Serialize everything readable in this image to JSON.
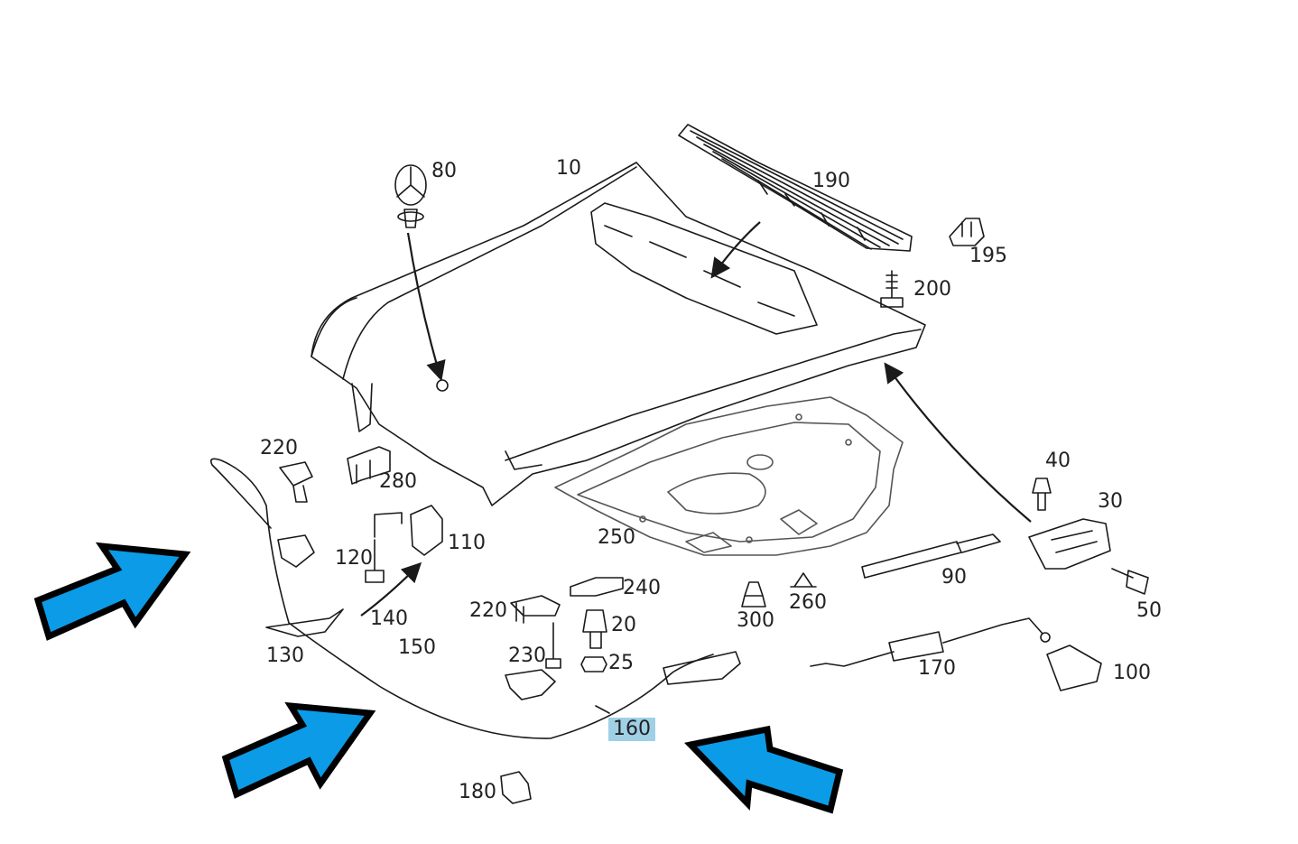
{
  "diagram": {
    "part_labels": [
      {
        "id": "p10",
        "text": "10"
      },
      {
        "id": "p80",
        "text": "80"
      },
      {
        "id": "p190",
        "text": "190"
      },
      {
        "id": "p195",
        "text": "195"
      },
      {
        "id": "p200",
        "text": "200"
      },
      {
        "id": "p220a",
        "text": "220"
      },
      {
        "id": "p280",
        "text": "280"
      },
      {
        "id": "p120",
        "text": "120"
      },
      {
        "id": "p110",
        "text": "110"
      },
      {
        "id": "p250",
        "text": "250"
      },
      {
        "id": "p40",
        "text": "40"
      },
      {
        "id": "p30",
        "text": "30"
      },
      {
        "id": "p90",
        "text": "90"
      },
      {
        "id": "p240",
        "text": "240"
      },
      {
        "id": "p220b",
        "text": "220"
      },
      {
        "id": "p20",
        "text": "20"
      },
      {
        "id": "p140",
        "text": "140"
      },
      {
        "id": "p150",
        "text": "150"
      },
      {
        "id": "p130",
        "text": "130"
      },
      {
        "id": "p230",
        "text": "230"
      },
      {
        "id": "p25",
        "text": "25"
      },
      {
        "id": "p300",
        "text": "300"
      },
      {
        "id": "p260",
        "text": "260"
      },
      {
        "id": "p50",
        "text": "50"
      },
      {
        "id": "p170",
        "text": "170"
      },
      {
        "id": "p100",
        "text": "100"
      },
      {
        "id": "p160",
        "text": "160"
      },
      {
        "id": "p180",
        "text": "180"
      }
    ],
    "highlighted_label": "p160",
    "colors": {
      "line_art": "#1a1a1a",
      "callout_arrow_fill": "#0c9be6",
      "callout_arrow_outline": "#000000",
      "highlight": "#9fd0e6"
    }
  }
}
